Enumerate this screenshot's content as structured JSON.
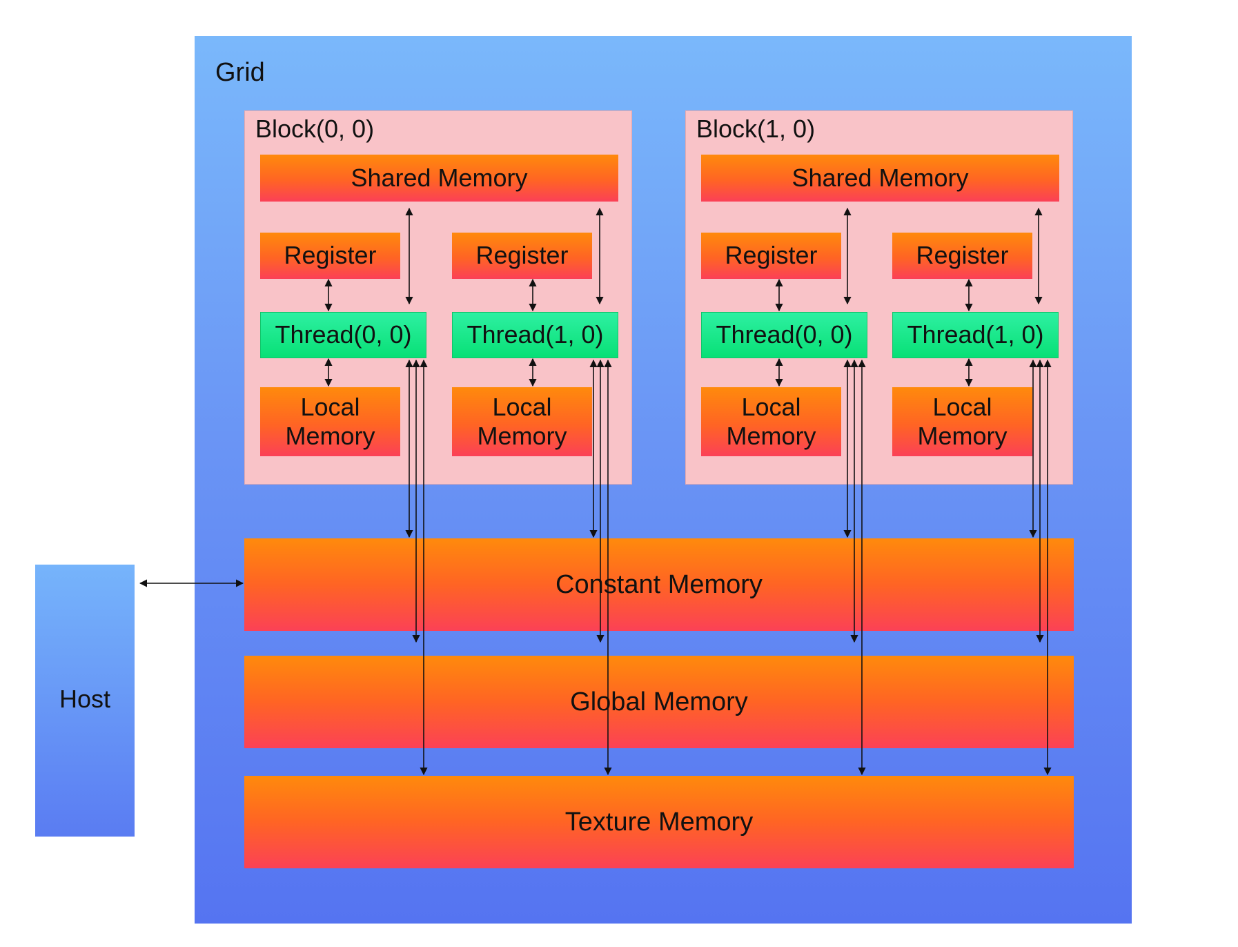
{
  "grid": {
    "label": "Grid"
  },
  "host": {
    "label": "Host"
  },
  "blocks": [
    {
      "label": "Block(0, 0)",
      "shared_memory": "Shared Memory",
      "threads": [
        {
          "register": "Register",
          "thread": "Thread(0, 0)",
          "local_memory": "Local Memory"
        },
        {
          "register": "Register",
          "thread": "Thread(1, 0)",
          "local_memory": "Local Memory"
        }
      ]
    },
    {
      "label": "Block(1, 0)",
      "shared_memory": "Shared Memory",
      "threads": [
        {
          "register": "Register",
          "thread": "Thread(0, 0)",
          "local_memory": "Local Memory"
        },
        {
          "register": "Register",
          "thread": "Thread(1, 0)",
          "local_memory": "Local Memory"
        }
      ]
    }
  ],
  "memories": {
    "constant": "Constant Memory",
    "global": "Global Memory",
    "texture": "Texture Memory"
  },
  "colors": {
    "grid": "#6a95f5",
    "block": "#f9c3c8",
    "memory": "#ff6424",
    "thread": "#08e076",
    "arrow": "#111111"
  }
}
